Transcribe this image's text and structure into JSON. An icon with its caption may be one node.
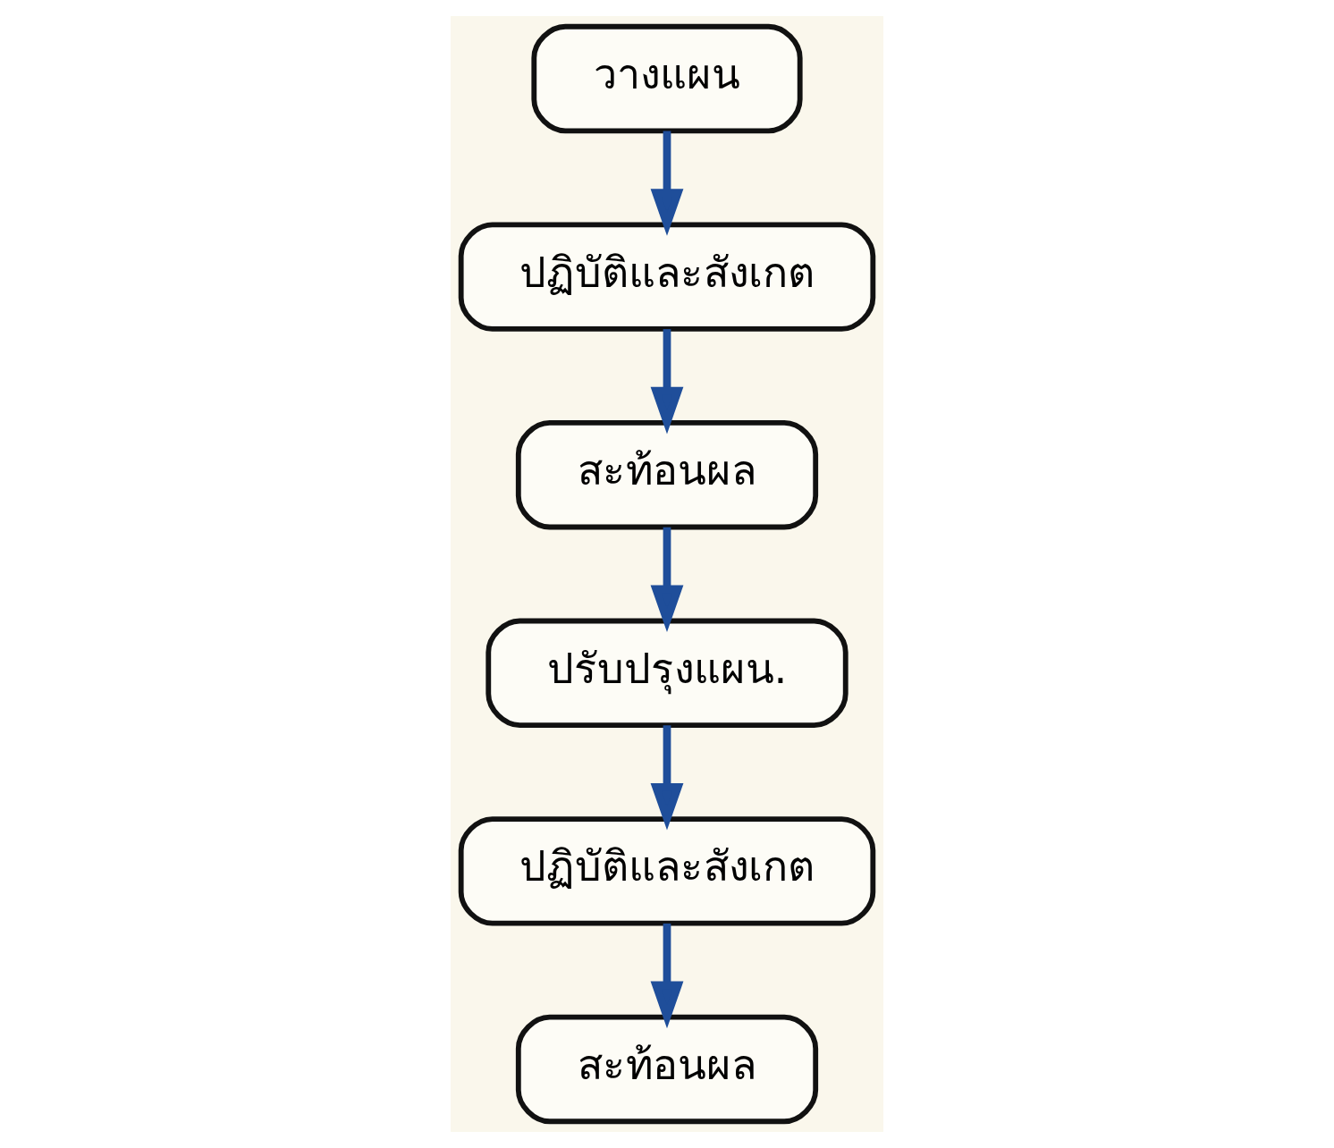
{
  "diagram": {
    "nodes": [
      {
        "text": [
          "วางแผน"
        ]
      },
      {
        "text": [
          "สะท้อนผล"
        ]
      },
      {
        "text": [
          "ปฏิบัติและสังเกต"
        ]
      },
      {
        "text": [
          "ปรับปรุงแผน."
        ]
      },
      {
        "text": [
          "สะท้อนผล"
        ]
      },
      {
        "text": [
          "ปฏิบัติและสังเกต"
        ]
      }
    ],
    "edges": [
      {
        "from": 0,
        "to": 2,
        "arrow": "to"
      },
      {
        "from": 2,
        "to": 1,
        "arrow": "to"
      },
      {
        "from": 1,
        "to": 3,
        "arrow": "to"
      },
      {
        "from": 3,
        "to": 5,
        "arrow": "to"
      },
      {
        "from": 5,
        "to": 4,
        "arrow": "to"
      }
    ]
  }
}
